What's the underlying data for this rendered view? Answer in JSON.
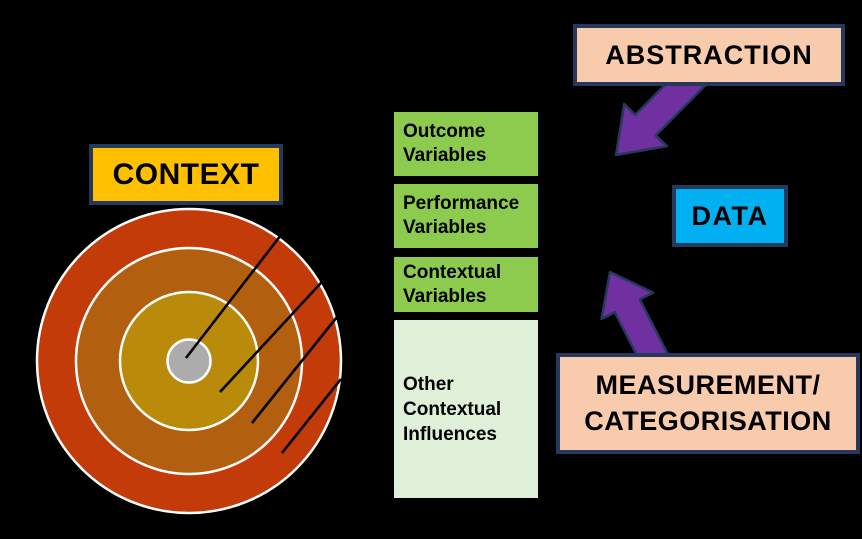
{
  "labels": {
    "context": "CONTEXT",
    "abstraction": "ABSTRACTION",
    "data": "DATA",
    "measurement_line1": "MEASUREMENT/",
    "measurement_line2": "CATEGORISATION"
  },
  "variable_boxes": [
    {
      "id": "outcome",
      "label": "Outcome\nVariables"
    },
    {
      "id": "performance",
      "label": "Performance\nVariables"
    },
    {
      "id": "contextual",
      "label": "Contextual\nVariables"
    },
    {
      "id": "other",
      "label": "Other\nContextual\nInfluences"
    }
  ],
  "colors": {
    "background": "#000000",
    "context_fill": "#FFC000",
    "peach_fill": "#F8CBAD",
    "blue_fill": "#00B0F0",
    "green_fill": "#8CCB4D",
    "pale_green_fill": "#E0EFD8",
    "purple_arrow": "#7030A0",
    "navy_border": "#25395E",
    "ring_outer": "#C33B09",
    "ring_middle": "#B2600F",
    "ring_inner": "#BA8A0A",
    "ring_center": "#ACACAC",
    "ring_outline": "#FFFFFF",
    "pointer_line": "#000000",
    "text": "#000000"
  }
}
